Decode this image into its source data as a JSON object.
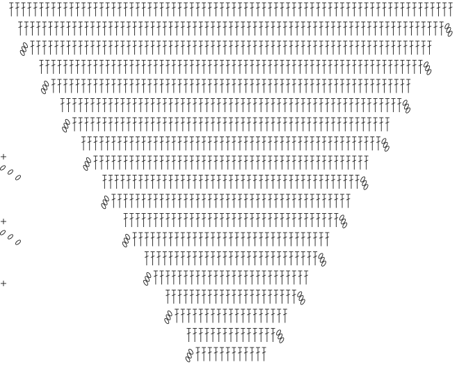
{
  "diagram": {
    "type": "crochet-stitch-chart",
    "shape": "inverted-triangle",
    "row_count": 19,
    "top_row_stitches": 74,
    "bottom_row_stitches": 12,
    "colors": {
      "ink": "#1a1a1a",
      "background": "#ffffff"
    },
    "symbols": {
      "dc": "double-crochet",
      "ch": "chain",
      "sc": "single-crochet"
    },
    "side_notes": [
      "sc",
      "sc",
      "sc"
    ]
  }
}
